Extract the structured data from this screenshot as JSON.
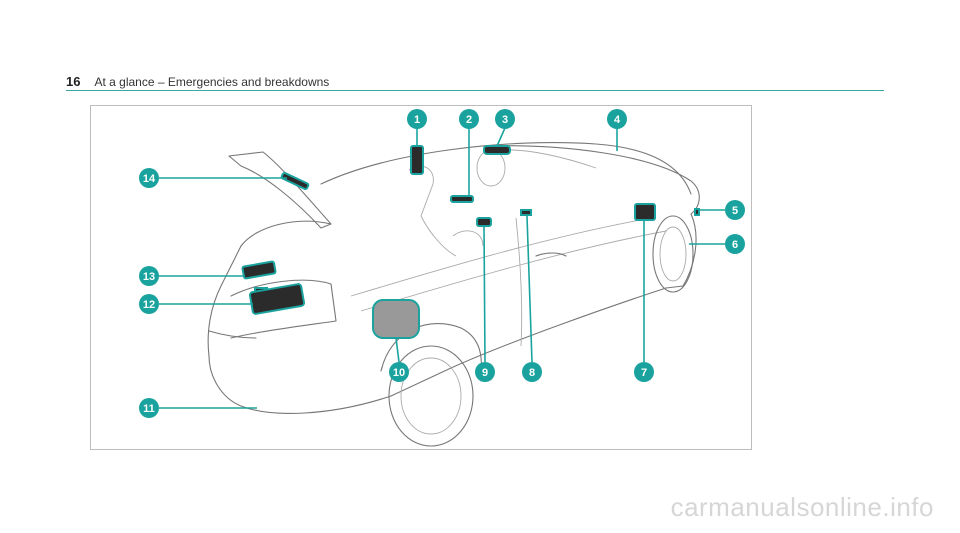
{
  "header": {
    "page_number": "16",
    "title": "At a glance – Emergencies and breakdowns"
  },
  "figure": {
    "callouts": [
      "1",
      "2",
      "3",
      "4",
      "5",
      "6",
      "7",
      "8",
      "9",
      "10",
      "11",
      "12",
      "13",
      "14"
    ]
  },
  "watermark": "carmanualsonline.info",
  "colors": {
    "accent": "#1aa39e",
    "rule": "#3aa6a6"
  }
}
